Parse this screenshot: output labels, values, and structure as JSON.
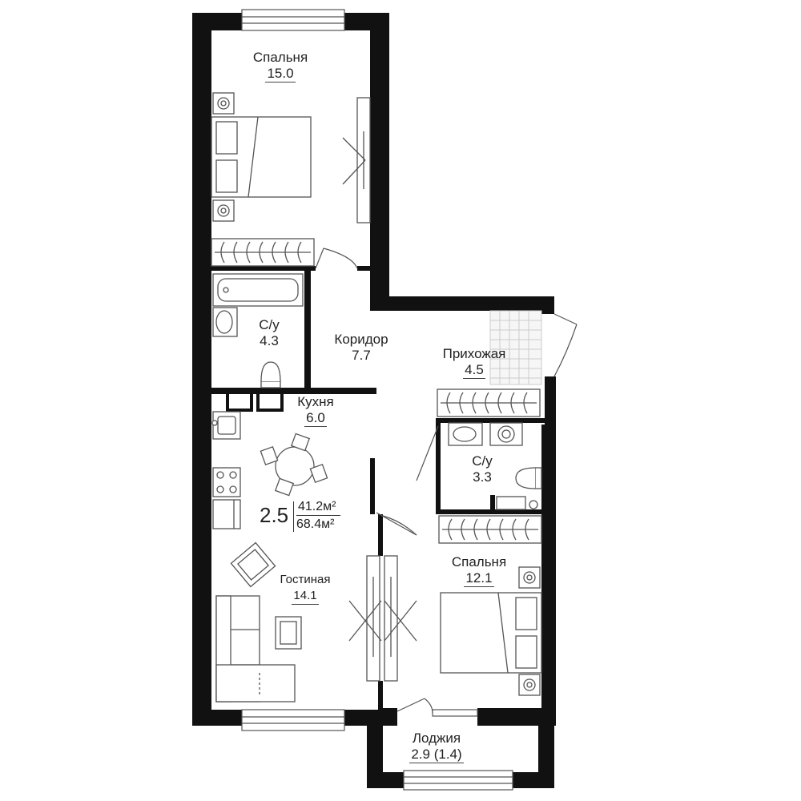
{
  "rooms": {
    "bedroom1": {
      "name": "Спальня",
      "area": "15.0"
    },
    "bathroom1": {
      "name": "С/у",
      "area": "4.3"
    },
    "corridor": {
      "name": "Коридор",
      "area": "7.7"
    },
    "hallway": {
      "name": "Прихожая",
      "area": "4.5"
    },
    "kitchen": {
      "name": "Кухня",
      "area": "6.0"
    },
    "bathroom2": {
      "name": "С/у",
      "area": "3.3"
    },
    "living": {
      "name": "Гостиная",
      "area": "14.1"
    },
    "bedroom2": {
      "name": "Спальня",
      "area": "12.1"
    },
    "loggia": {
      "name": "Лоджия",
      "area": "2.9 (1.4)"
    }
  },
  "summary": {
    "rooms_count": "2.5",
    "living_area": "41.2м²",
    "total_area": "68.4м²"
  },
  "colors": {
    "wall": "#111111",
    "furniture": "#555555",
    "background": "#ffffff"
  }
}
